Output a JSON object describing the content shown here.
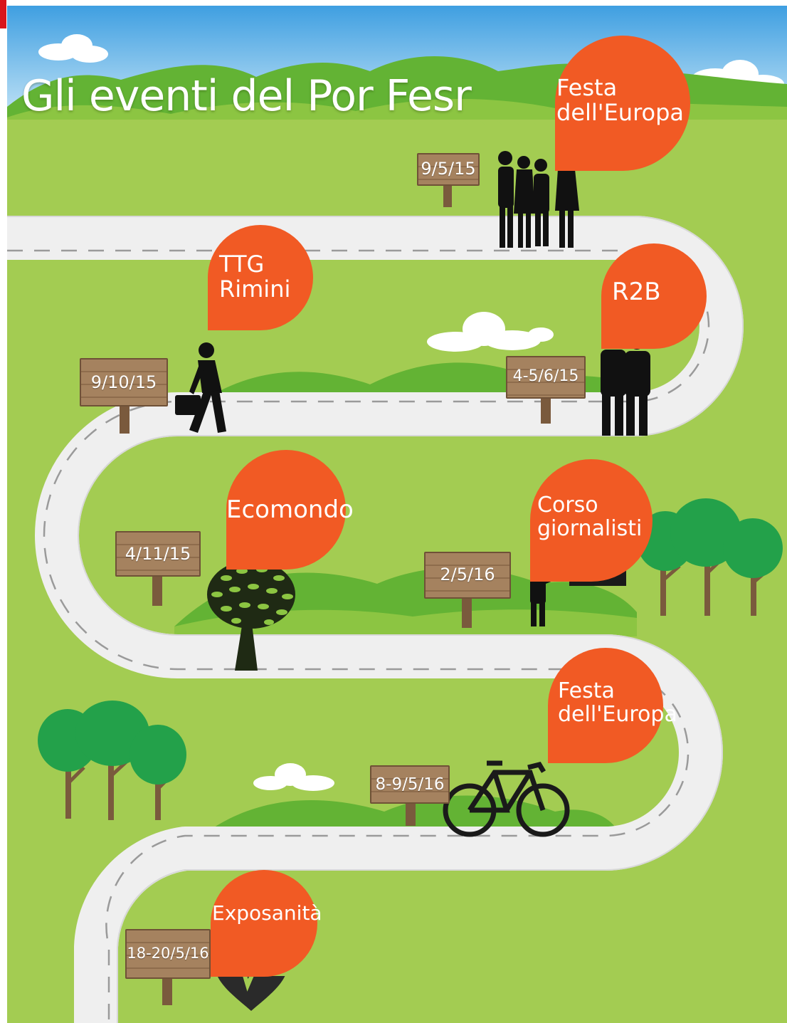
{
  "title": "Gli eventi del Por Fesr",
  "colors": {
    "sky_top": "#3f9fe1",
    "sky_bottom": "#cde9f8",
    "grass": "#a3cc52",
    "hill_dark": "#63b334",
    "hill_light": "#8cc542",
    "road": "#efefef",
    "bubble": "#f15a24",
    "sign_wood": "#a5825f",
    "silhouette": "#111111",
    "tree_green": "#23a14a",
    "trunk": "#7a5a3d"
  },
  "events": [
    {
      "name": "Festa\ndell'Europa",
      "date": "9/5/15",
      "icon": "people-group-icon"
    },
    {
      "name": "R2B",
      "date": "4-5/6/15",
      "icon": "business-men-icon"
    },
    {
      "name": "TTG\nRimini",
      "date": "9/10/15",
      "icon": "walking-businessman-icon"
    },
    {
      "name": "Ecomondo",
      "date": "4/11/15",
      "icon": "tree-icon"
    },
    {
      "name": "Corso\ngiornalisti",
      "date": "2/5/16",
      "icon": "teacher-blackboard-icon"
    },
    {
      "name": "Festa\ndell'Europa",
      "date": "8-9/5/16",
      "icon": "bicycle-icon"
    },
    {
      "name": "Exposanità",
      "date": "18-20/5/16",
      "icon": "heart-pulse-icon"
    }
  ]
}
